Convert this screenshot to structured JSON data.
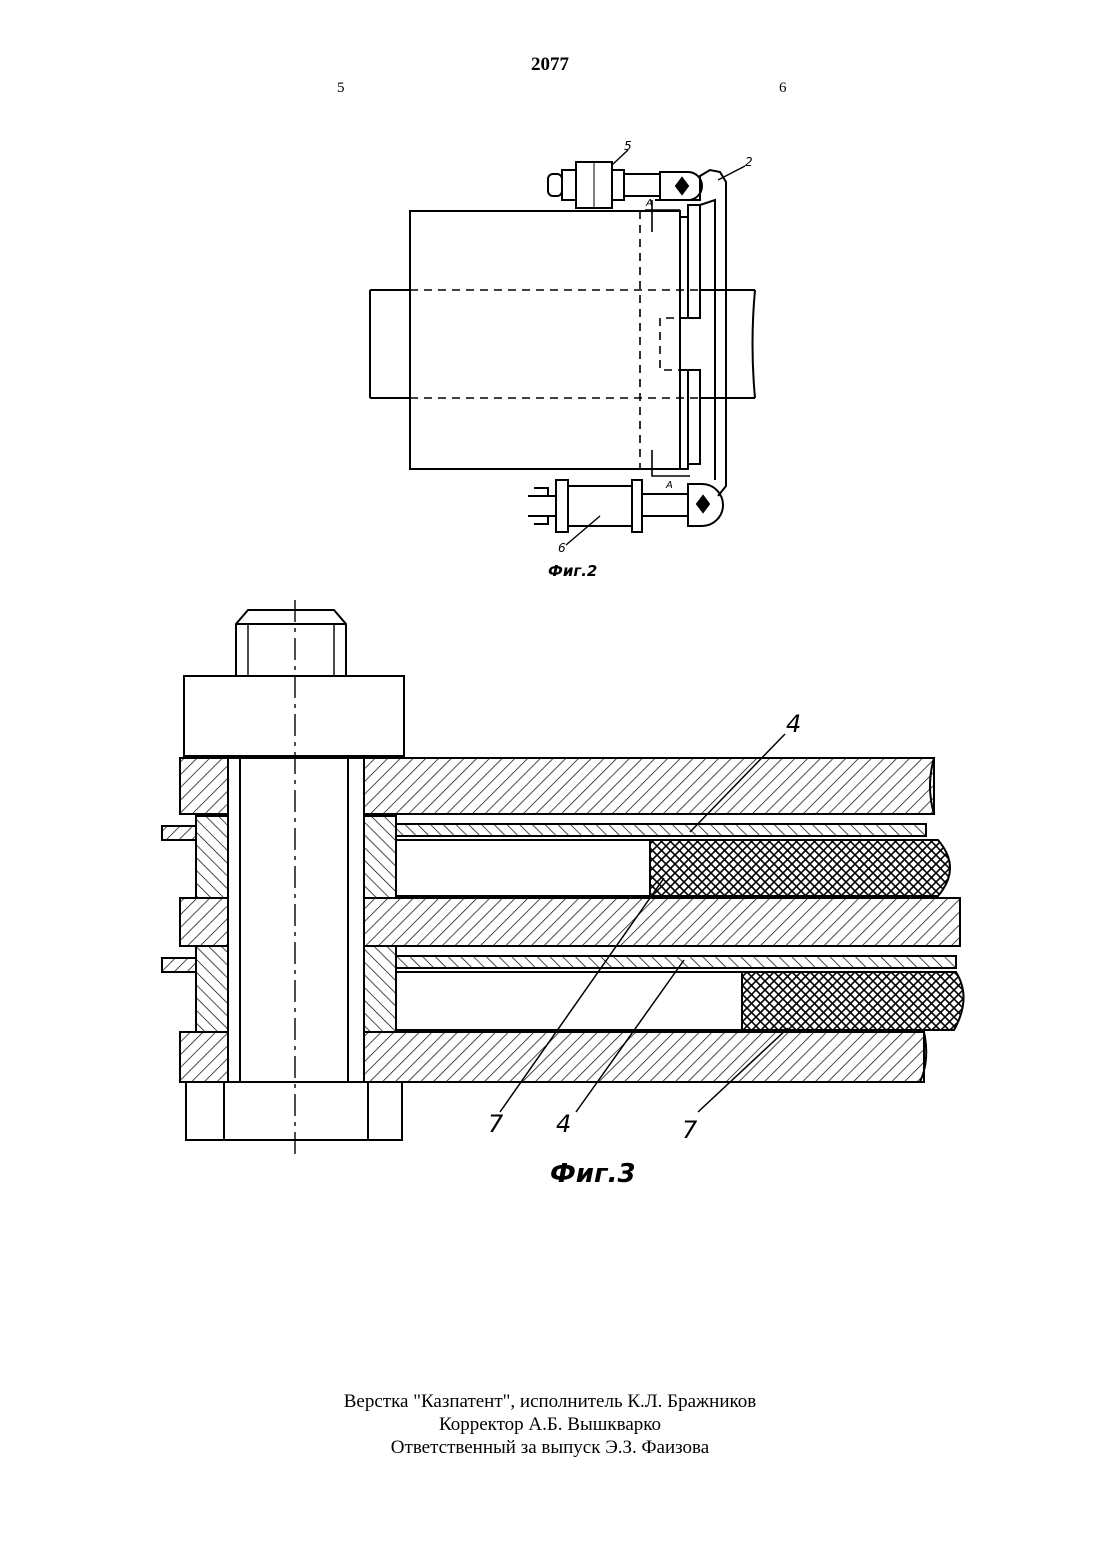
{
  "header": {
    "patent_number": "2077",
    "column_left": "5",
    "column_right": "6"
  },
  "figure2": {
    "caption": "Фиг.2",
    "labels": {
      "l5": "5",
      "l2": "2",
      "l6": "6",
      "a_top": "A",
      "a_bottom": "A"
    }
  },
  "figure3": {
    "caption": "Фиг.3",
    "labels": {
      "top4": "4",
      "bottom7a": "7",
      "bottom4": "4",
      "bottom7b": "7"
    }
  },
  "footer": {
    "line1": "Верстка \"Казпатент\", исполнитель К.Л. Бражников",
    "line2": "Корректор А.Б. Вышкварко",
    "line3": "Ответственный за выпуск Э.З. Фаизова"
  }
}
